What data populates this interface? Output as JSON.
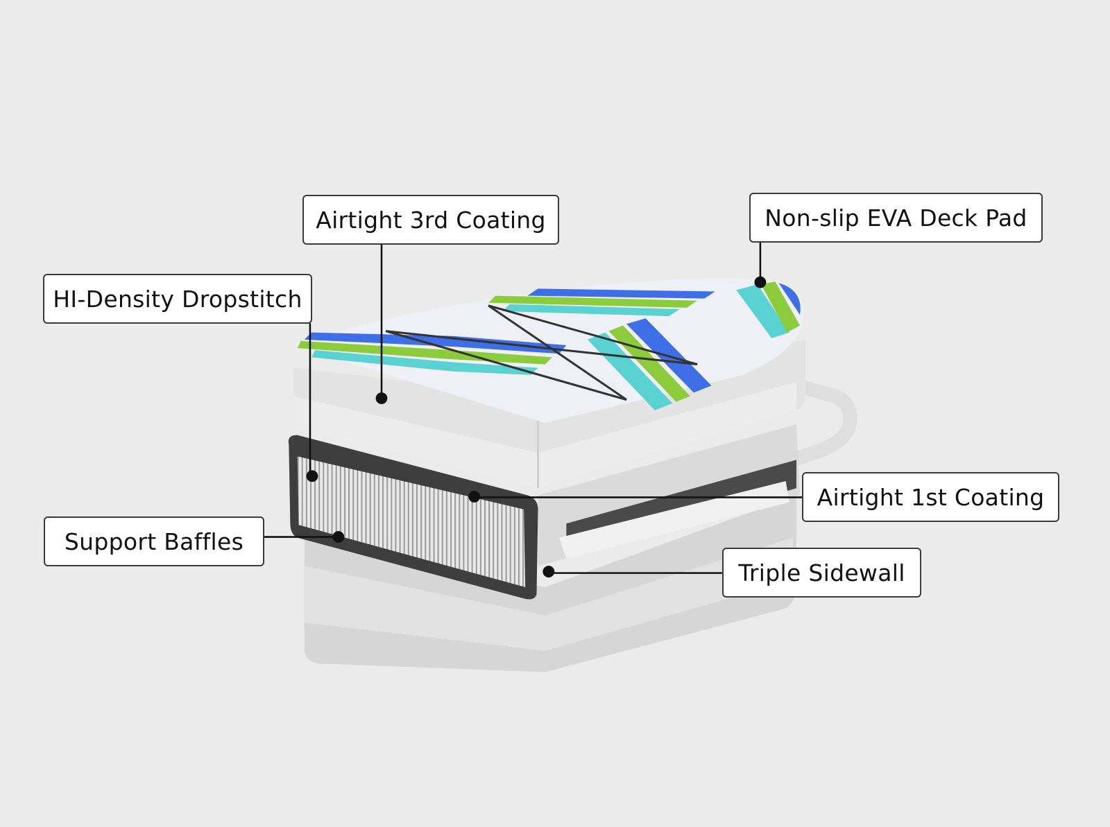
{
  "labels": {
    "airtight_3rd": "Airtight 3rd Coating",
    "deck_pad": "Non-slip EVA Deck Pad",
    "dropstitch": "HI-Density Dropstitch",
    "baffles": "Support Baffles",
    "airtight_1st": "Airtight 1st Coating",
    "sidewall": "Triple Sidewall"
  },
  "colors": {
    "background": "#ebebeb",
    "stripe_blue": "#3f6fe6",
    "stripe_green": "#8ccc3c",
    "stripe_cyan": "#5ad2d2"
  }
}
